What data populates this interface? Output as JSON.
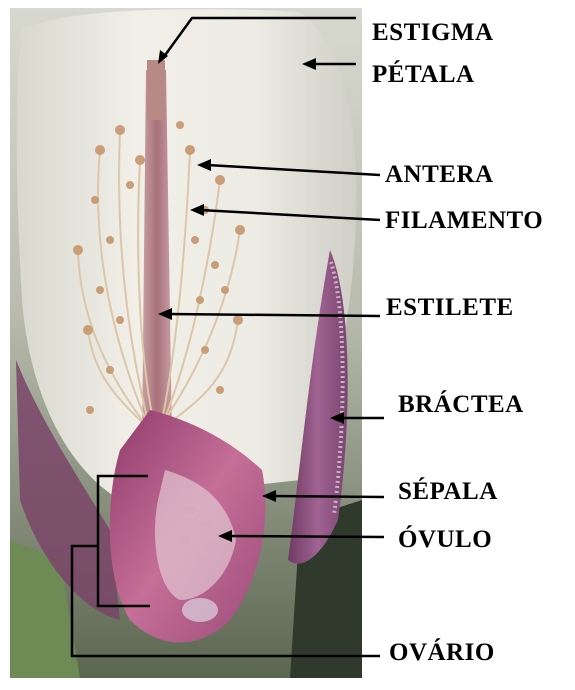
{
  "diagram": {
    "labels": {
      "estigma": "ESTIGMA",
      "petala": "PÉTALA",
      "antera": "ANTERA",
      "filamento": "FILAMENTO",
      "estilete": "ESTILETE",
      "bractea": "BRÁCTEA",
      "sepala": "SÉPALA",
      "ovulo": "ÓVULO",
      "ovario": "OVÁRIO"
    },
    "colors": {
      "petal": "#ece9e0",
      "bract": "#8e4f7e",
      "ovary": "#b04f82",
      "stamen": "#c99d78",
      "style": "#bc8c8e",
      "pointer": "#000000"
    }
  }
}
